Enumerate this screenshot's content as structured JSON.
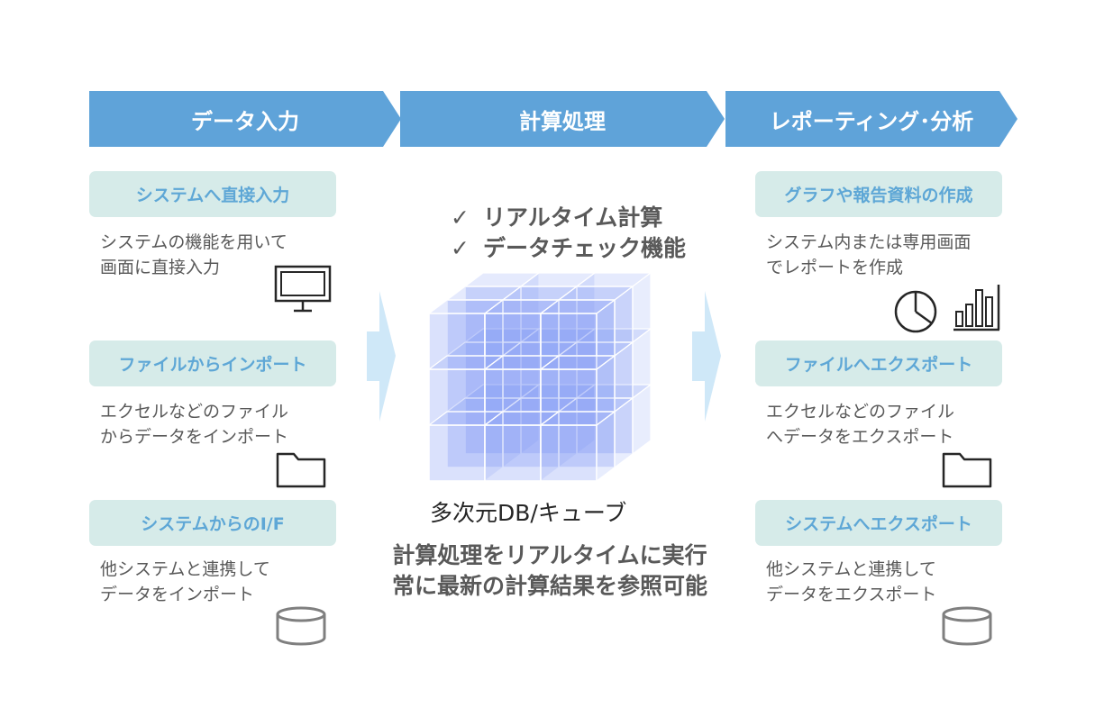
{
  "stages": [
    {
      "label": "データ入力"
    },
    {
      "label": "計算処理"
    },
    {
      "label": "レポーティング･分析"
    }
  ],
  "input": [
    {
      "title": "システムへ直接入力",
      "lines": [
        "システムの機能を用いて",
        "画面に直接入力"
      ],
      "icon": "monitor-icon"
    },
    {
      "title": "ファイルからインポート",
      "lines": [
        "エクセルなどのファイル",
        "からデータをインポート"
      ],
      "icon": "folder-icon"
    },
    {
      "title": "システムからのI/F",
      "lines": [
        "他システムと連携して",
        "データをインポート"
      ],
      "icon": "database-icon"
    }
  ],
  "processing": {
    "checks": [
      "リアルタイム計算",
      "データチェック機能"
    ],
    "check_mark": "✓",
    "cube_label": "多次元DB/キューブ",
    "summary": [
      "計算処理をリアルタイムに実行",
      "常に最新の計算結果を参照可能"
    ]
  },
  "output": [
    {
      "title": "グラフや報告資料の作成",
      "lines": [
        "システム内または専用画面",
        "でレポートを作成"
      ],
      "icon": "pie-chart-icon"
    },
    {
      "title": "ファイルへエクスポート",
      "lines": [
        "エクセルなどのファイル",
        "へデータをエクスポート"
      ],
      "icon": "folder-icon"
    },
    {
      "title": "システムへエクスポート",
      "lines": [
        "他システムと連携して",
        "データをエクスポート"
      ],
      "icon": "database-icon"
    }
  ],
  "colors": {
    "stage_bar": "#5fa3d9",
    "pill_bg": "#d6ebe9",
    "pill_text": "#5ea7d6",
    "flow_arrow": "#cfe8f8",
    "cube": "#6f8cf5"
  }
}
